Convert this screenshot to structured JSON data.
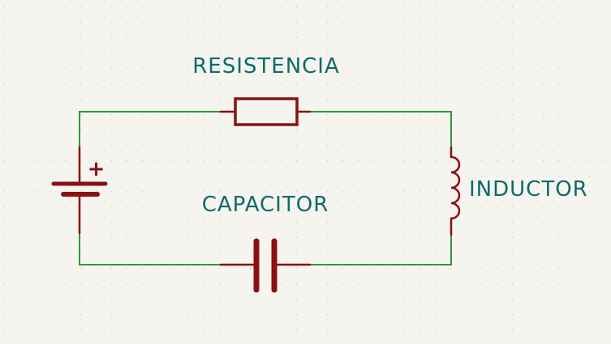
{
  "schematic": {
    "colors": {
      "background": "#f5f4ef",
      "grid_dot": "#c9c9c2",
      "wire": "#2f9a2f",
      "component": "#8b1010",
      "label": "#0f6b6b"
    },
    "labels": {
      "resistor": "RESISTENCIA",
      "capacitor": "CAPACITOR",
      "inductor": "INDUCTOR",
      "battery_polarity": "+"
    },
    "components": [
      {
        "type": "battery",
        "icon": "battery-icon"
      },
      {
        "type": "resistor",
        "icon": "resistor-icon"
      },
      {
        "type": "capacitor",
        "icon": "capacitor-icon"
      },
      {
        "type": "inductor",
        "icon": "inductor-icon"
      }
    ]
  }
}
